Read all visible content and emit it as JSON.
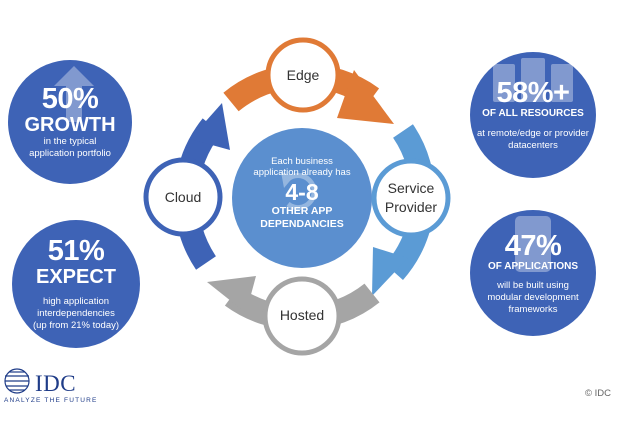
{
  "colors": {
    "stat_blue": "#3e63b6",
    "center_blue": "#5b8fcf",
    "edge_arrow": "#e07a36",
    "service_arrow": "#5b9bd5",
    "hosted_arrow": "#a5a5a5",
    "cloud_arrow": "#3e63b6",
    "brand": "#1f3c88"
  },
  "cycle": {
    "nodes": [
      {
        "label": "Edge",
        "icon": "none"
      },
      {
        "label_lines": [
          "Service",
          "Provider"
        ]
      },
      {
        "label": "Hosted"
      },
      {
        "label": "Cloud"
      }
    ],
    "center": {
      "intro_lines": [
        "Each business",
        "application already has"
      ],
      "range": "4-8",
      "subtitle_lines": [
        "OTHER APP",
        "DEPENDANCIES"
      ],
      "ghost_icon": "refresh-icon"
    }
  },
  "stats": [
    {
      "value": "50%",
      "headline": "GROWTH",
      "detail_lines": [
        "in the typical",
        "application portfolio"
      ],
      "ghost_icon": "arrow-up-icon"
    },
    {
      "value": "51%",
      "headline": "EXPECT",
      "detail_lines": [
        "high application",
        "interdependencies",
        "(up from 21% today)"
      ]
    },
    {
      "value": "58%+",
      "headline": "OF ALL RESOURCES",
      "detail_lines": [
        "at remote/edge or provider",
        "datacenters"
      ],
      "ghost_icon": "server-icon"
    },
    {
      "value": "47%",
      "headline": "OF APPLICATIONS",
      "detail_lines": [
        "will be built using",
        "modular development",
        "frameworks"
      ],
      "ghost_icon": "mobile-device-icon"
    }
  ],
  "brand": {
    "name": "IDC",
    "tagline": "ANALYZE THE FUTURE"
  },
  "copyright": "© IDC"
}
